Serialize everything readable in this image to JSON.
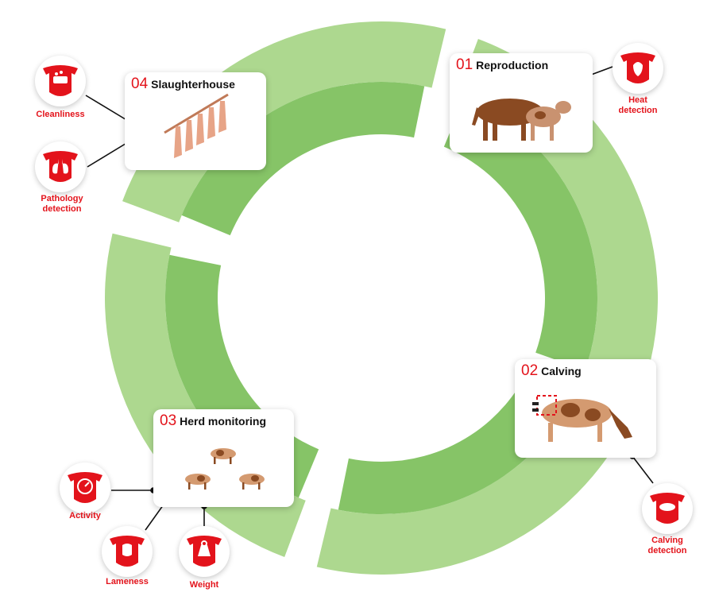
{
  "colors": {
    "accent": "#e3131b",
    "ring_outer": "#add88f",
    "ring_inner": "#86c467",
    "card_bg": "#ffffff"
  },
  "stages": [
    {
      "num": "01",
      "name": "Reproduction",
      "icon": "breeding-cows-icon"
    },
    {
      "num": "02",
      "name": "Calving",
      "icon": "calving-cow-icon"
    },
    {
      "num": "03",
      "name": "Herd monitoring",
      "icon": "cow-herd-icon"
    },
    {
      "num": "04",
      "name": "Slaughterhouse",
      "icon": "hanging-carcasses-icon"
    }
  ],
  "detections": {
    "heat": {
      "label": "Heat detection",
      "icon": "uterus-icon"
    },
    "calving": {
      "label": "Calving detection",
      "icon": "calving-icon"
    },
    "activity": {
      "label": "Activity",
      "icon": "speedometer-icon"
    },
    "lameness": {
      "label": "Lameness",
      "icon": "hoof-icon"
    },
    "weight": {
      "label": "Weight",
      "icon": "weight-icon"
    },
    "cleanliness": {
      "label": "Cleanliness",
      "icon": "cleanliness-icon"
    },
    "pathology": {
      "label": "Pathology detection",
      "icon": "lungs-icon"
    }
  }
}
